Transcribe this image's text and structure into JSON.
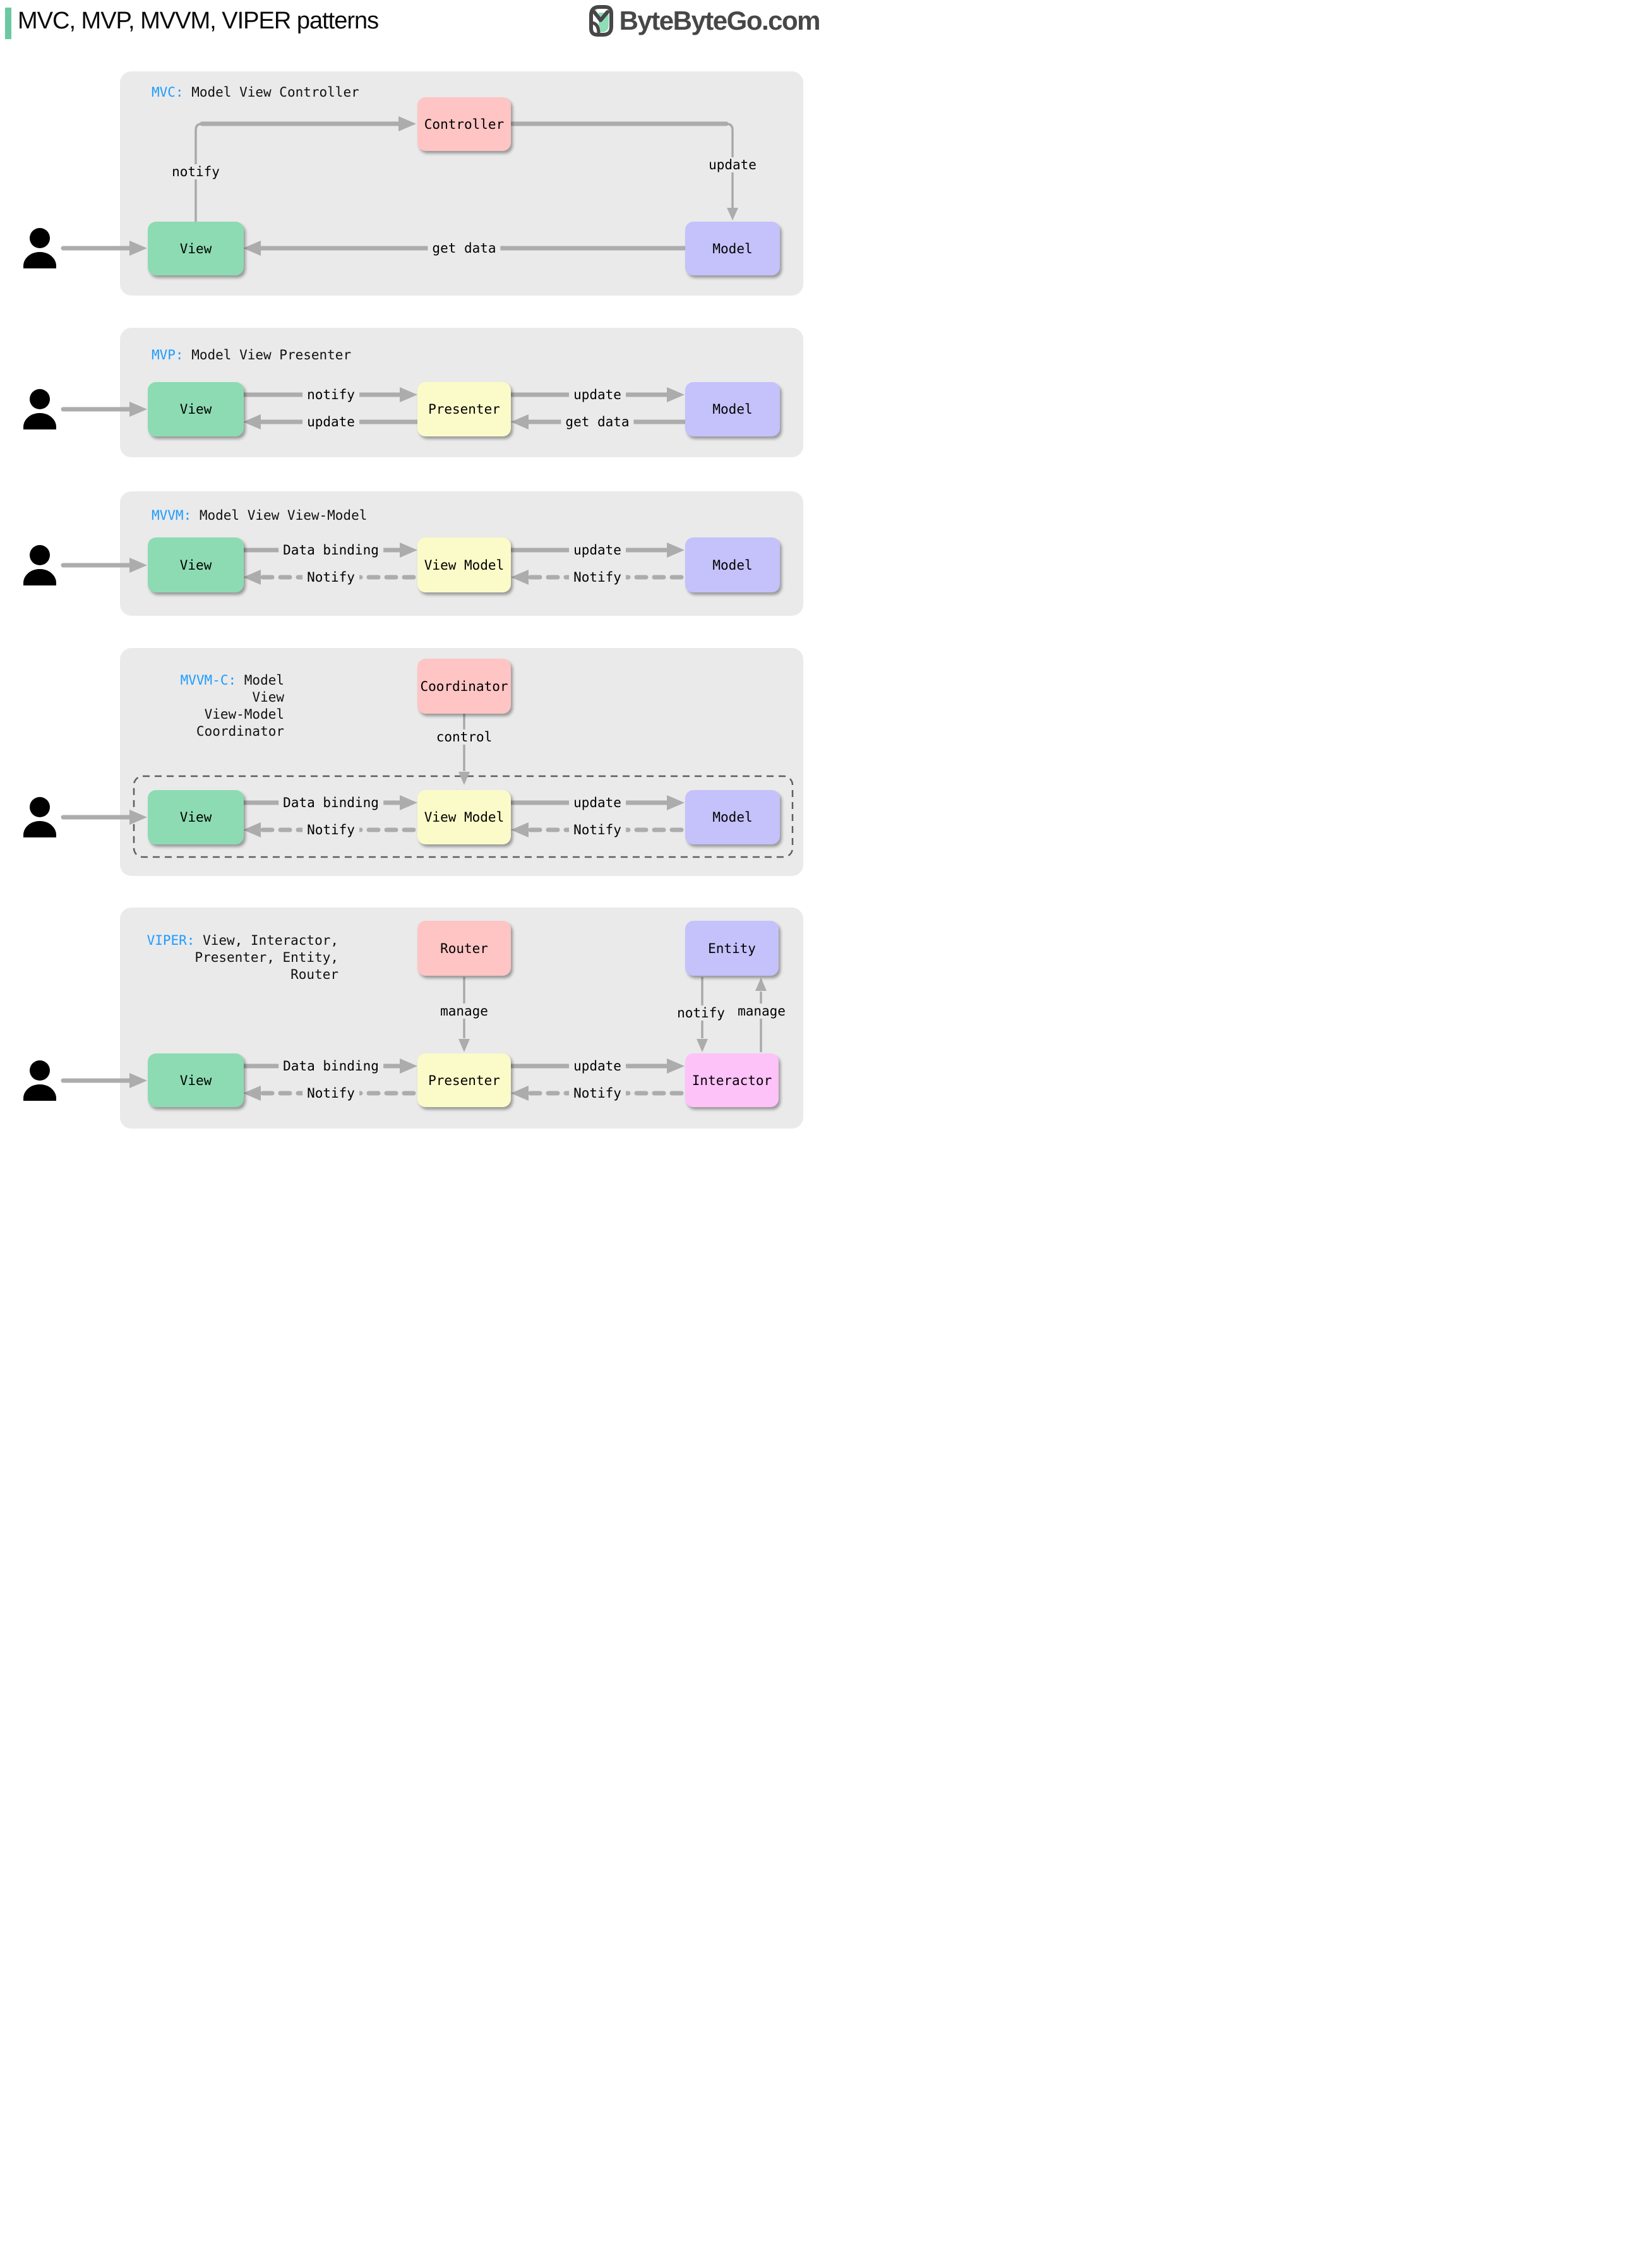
{
  "header": {
    "title": "MVC, MVP, MVVM, VIPER patterns",
    "logo": {
      "text": "ByteByteGo.com"
    }
  },
  "colors": {
    "accent_green": "#6AC9A2",
    "abbr_blue": "#1E9BFF",
    "panel_bg": "#EAEAEA",
    "view_green": "#8DDBB3",
    "presenter_yellow": "#FBFBC9",
    "model_purple": "#C4C1FB",
    "controller_pink": "#FFC4C4",
    "interactor_magenta": "#FDC2F8",
    "arrow_gray": "#ACACAC"
  },
  "panels": {
    "mvc": {
      "abbr": "MVC:",
      "desc": " Model View Controller",
      "boxes": {
        "controller": "Controller",
        "view": "View",
        "model": "Model"
      },
      "labels": {
        "notify": "notify",
        "update": "update",
        "get_data": "get data"
      }
    },
    "mvp": {
      "abbr": "MVP:",
      "desc": " Model View Presenter",
      "boxes": {
        "view": "View",
        "presenter": "Presenter",
        "model": "Model"
      },
      "labels": {
        "notify": "notify",
        "update_top": "update",
        "update_bottom": "update",
        "get_data": "get data"
      }
    },
    "mvvm": {
      "abbr": "MVVM:",
      "desc": " Model View View-Model",
      "boxes": {
        "view": "View",
        "view_model": "View Model",
        "model": "Model"
      },
      "labels": {
        "data_binding": "Data binding",
        "update": "update",
        "notify_left": "Notify",
        "notify_right": "Notify"
      }
    },
    "mvvmc": {
      "abbr": "MVVM-C:",
      "desc_line1": " Model View",
      "desc_line2": "View-Model",
      "desc_line3": "Coordinator",
      "boxes": {
        "coordinator": "Coordinator",
        "view": "View",
        "view_model": "View Model",
        "model": "Model"
      },
      "labels": {
        "control": "control",
        "data_binding": "Data binding",
        "update": "update",
        "notify_left": "Notify",
        "notify_right": "Notify"
      }
    },
    "viper": {
      "abbr": "VIPER:",
      "desc_line1": " View, Interactor,",
      "desc_line2": "Presenter, Entity,",
      "desc_line3": "Router",
      "boxes": {
        "router": "Router",
        "entity": "Entity",
        "view": "View",
        "presenter": "Presenter",
        "interactor": "Interactor"
      },
      "labels": {
        "manage_router": "manage",
        "notify_entity": "notify",
        "manage_entity": "manage",
        "data_binding": "Data binding",
        "update": "update",
        "notify_left": "Notify",
        "notify_right": "Notify"
      }
    }
  }
}
